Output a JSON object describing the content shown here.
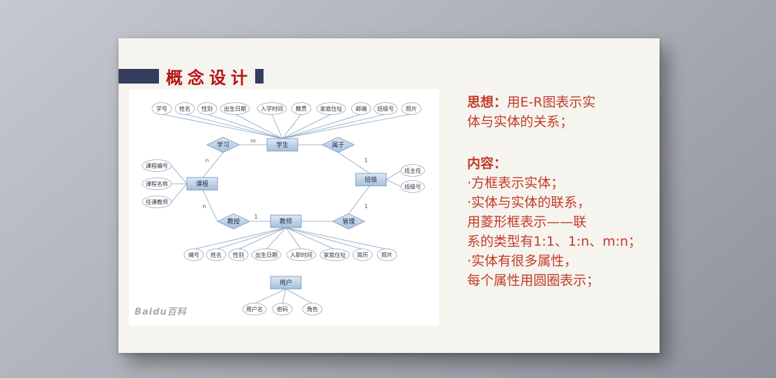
{
  "slide": {
    "title": "概念设计"
  },
  "diagram": {
    "watermark": "Baidu百科",
    "entities": {
      "student": "学生",
      "course": "课程",
      "clazz": "班级",
      "teacher": "教师",
      "user": "用户"
    },
    "relations": {
      "study": "学习",
      "belong": "属于",
      "teach": "教授",
      "manage": "管理"
    },
    "student_attrs": [
      "学号",
      "姓名",
      "性别",
      "出生日期",
      "入学时间",
      "籍贯",
      "家庭住址",
      "邮编",
      "班级号",
      "照片"
    ],
    "course_attrs": [
      "课程编号",
      "课程名称",
      "任课教师"
    ],
    "class_attrs": [
      "班主任",
      "班级号"
    ],
    "teacher_attrs": [
      "编号",
      "姓名",
      "性别",
      "出生日期",
      "入职时间",
      "家庭住址",
      "简历",
      "照片"
    ],
    "user_attrs": [
      "用户名",
      "密码",
      "角色"
    ],
    "cardinality": {
      "study_student": "m",
      "study_course": "n",
      "belong_class": "1",
      "teach_course": "n",
      "teach_teacher": "1",
      "manage_class": "1"
    }
  },
  "notes": {
    "thought_label": "思想：",
    "thought_lines": [
      "用E-R图表示实",
      "体与实体的关系；"
    ],
    "content_label": "内容：",
    "content_lines": [
      "·方框表示实体；",
      "·实体与实体的联系，",
      "用菱形框表示——联",
      "系的类型有1:1、1:n、m:n；",
      "·实体有很多属性，",
      "每个属性用圆圈表示；"
    ]
  },
  "colors": {
    "title_red": "#b41414",
    "note_red": "#c23b2b",
    "navy": "#343d5e",
    "entity_border": "#7e9cbe"
  }
}
